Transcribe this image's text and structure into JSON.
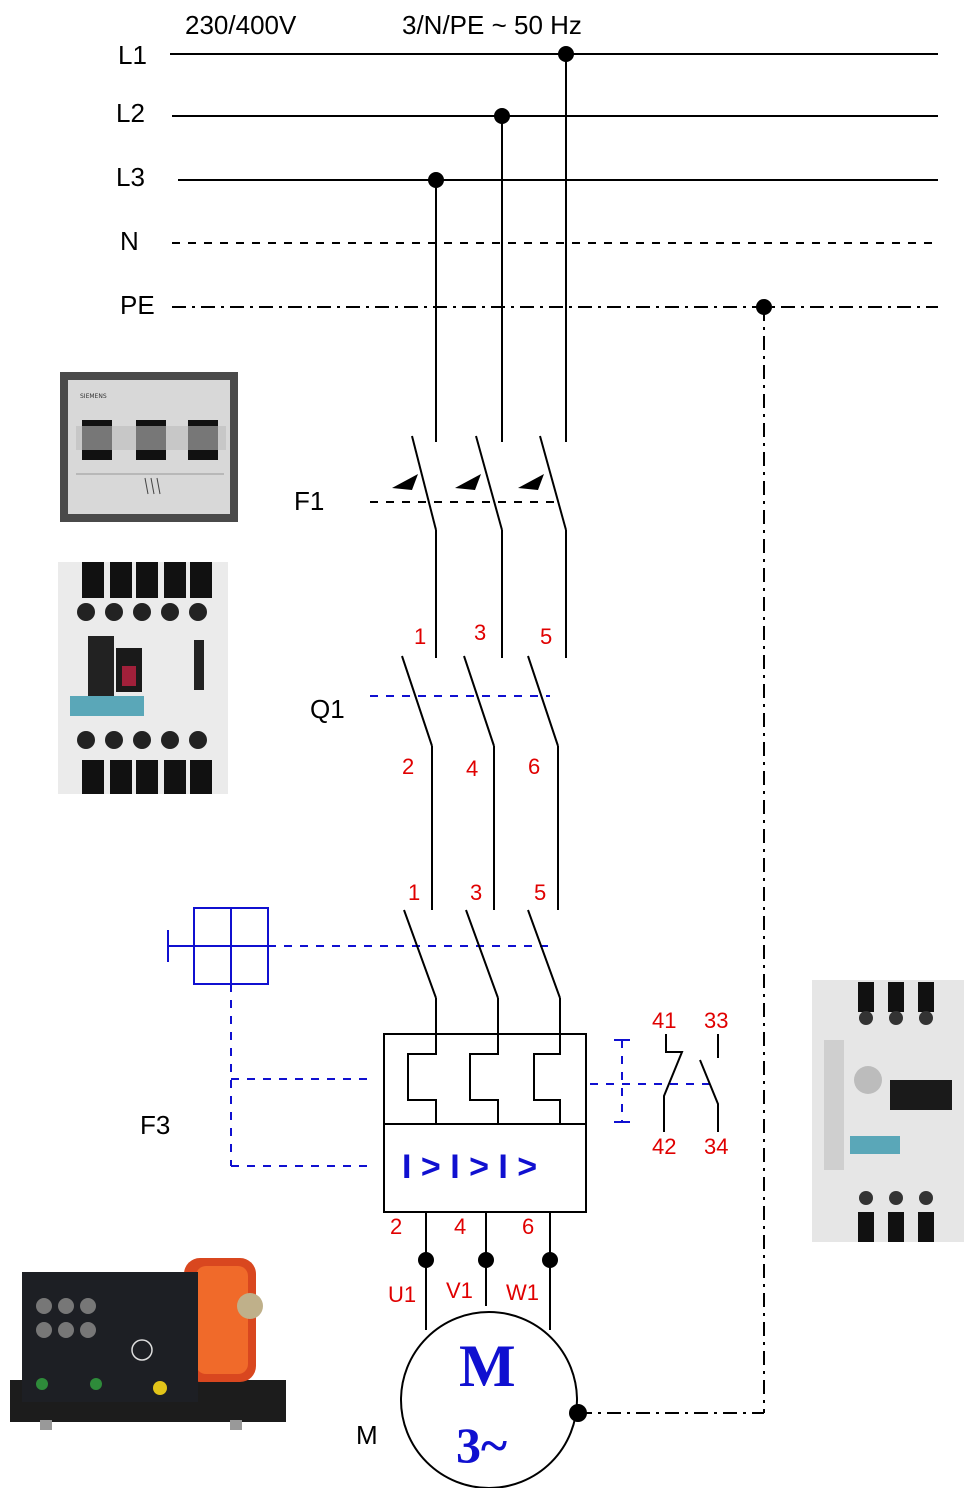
{
  "header": {
    "voltage": "230/400V",
    "system": "3/N/PE ~ 50 Hz"
  },
  "bus_lines": [
    "L1",
    "L2",
    "L3",
    "N",
    "PE"
  ],
  "devices": {
    "f1": "F1",
    "q1": "Q1",
    "f3": "F3",
    "m": "M"
  },
  "terminals": {
    "q1_top": [
      "1",
      "3",
      "5"
    ],
    "q1_bottom": [
      "2",
      "4",
      "6"
    ],
    "f3_top": [
      "1",
      "3",
      "5"
    ],
    "f3_bottom": [
      "2",
      "4",
      "6"
    ],
    "motor": [
      "U1",
      "V1",
      "W1"
    ],
    "aux": [
      "41",
      "33",
      "42",
      "34"
    ]
  },
  "f3_trip_symbol": "I > I > I >",
  "motor_symbol": {
    "letter": "M",
    "phase": "3~"
  },
  "colors": {
    "wiring": "#000000",
    "control": "#1010d0",
    "terminal_numbers": "#e00000"
  },
  "photos": [
    "miniature-circuit-breaker-photo",
    "contactor-photo",
    "motor-protection-breaker-photo",
    "motor-photo"
  ]
}
